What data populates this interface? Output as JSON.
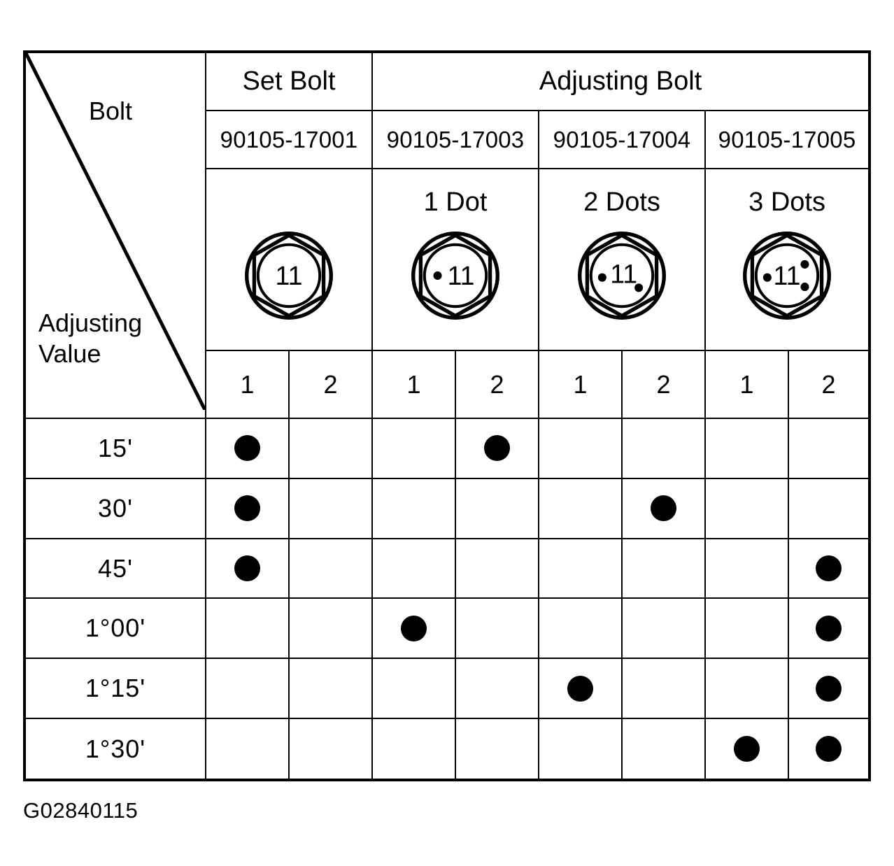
{
  "caption": "G02840115",
  "header": {
    "corner_label": "Bolt",
    "corner_label_2": "Adjusting",
    "corner_label_3": "Value",
    "groups": [
      {
        "name": "Set Bolt",
        "span": 2
      },
      {
        "name": "Adjusting Bolt",
        "span": 6
      }
    ],
    "part_numbers": [
      "90105-17001",
      "90105-17003",
      "90105-17004",
      "90105-17005"
    ],
    "bolt_heads": [
      {
        "caption": "",
        "size_marking": "11",
        "dots": 0,
        "dot_label": ""
      },
      {
        "caption": "1 Dot",
        "size_marking": "11",
        "dots": 1,
        "dot_label": "1 Dot"
      },
      {
        "caption": "2 Dots",
        "size_marking": "11",
        "dots": 2,
        "dot_label": "2 Dots"
      },
      {
        "caption": "3 Dots",
        "size_marking": "11",
        "dots": 3,
        "dot_label": "3 Dots"
      }
    ],
    "sub_columns": [
      "1",
      "2",
      "1",
      "2",
      "1",
      "2",
      "1",
      "2"
    ]
  },
  "chart_data": {
    "type": "table",
    "title": "Bolt / Adjusting Value selection chart",
    "row_header": "Adjusting Value",
    "col_header": "Bolt",
    "column_groups": [
      "Set Bolt",
      "Adjusting Bolt"
    ],
    "columns": [
      {
        "part": "90105-17001",
        "group": "Set Bolt",
        "marking": "11",
        "dots": 0,
        "position": "1"
      },
      {
        "part": "90105-17001",
        "group": "Set Bolt",
        "marking": "11",
        "dots": 0,
        "position": "2"
      },
      {
        "part": "90105-17003",
        "group": "Adjusting Bolt",
        "marking": "11",
        "dots": 1,
        "position": "1"
      },
      {
        "part": "90105-17003",
        "group": "Adjusting Bolt",
        "marking": "11",
        "dots": 1,
        "position": "2"
      },
      {
        "part": "90105-17004",
        "group": "Adjusting Bolt",
        "marking": "11",
        "dots": 2,
        "position": "1"
      },
      {
        "part": "90105-17004",
        "group": "Adjusting Bolt",
        "marking": "11",
        "dots": 2,
        "position": "2"
      },
      {
        "part": "90105-17005",
        "group": "Adjusting Bolt",
        "marking": "11",
        "dots": 3,
        "position": "1"
      },
      {
        "part": "90105-17005",
        "group": "Adjusting Bolt",
        "marking": "11",
        "dots": 3,
        "position": "2"
      }
    ],
    "rows": [
      {
        "label": "15'",
        "marks": [
          1,
          0,
          0,
          1,
          0,
          0,
          0,
          0
        ]
      },
      {
        "label": "30'",
        "marks": [
          1,
          0,
          0,
          0,
          0,
          1,
          0,
          0
        ]
      },
      {
        "label": "45'",
        "marks": [
          1,
          0,
          0,
          0,
          0,
          0,
          0,
          1
        ]
      },
      {
        "label": "1°00'",
        "marks": [
          0,
          0,
          1,
          0,
          0,
          0,
          0,
          1
        ]
      },
      {
        "label": "1°15'",
        "marks": [
          0,
          0,
          0,
          0,
          1,
          0,
          0,
          1
        ]
      },
      {
        "label": "1°30'",
        "marks": [
          0,
          0,
          0,
          0,
          0,
          0,
          1,
          1
        ]
      }
    ]
  },
  "colors": {
    "line": "#000000",
    "background": "#ffffff",
    "mark": "#000000"
  }
}
